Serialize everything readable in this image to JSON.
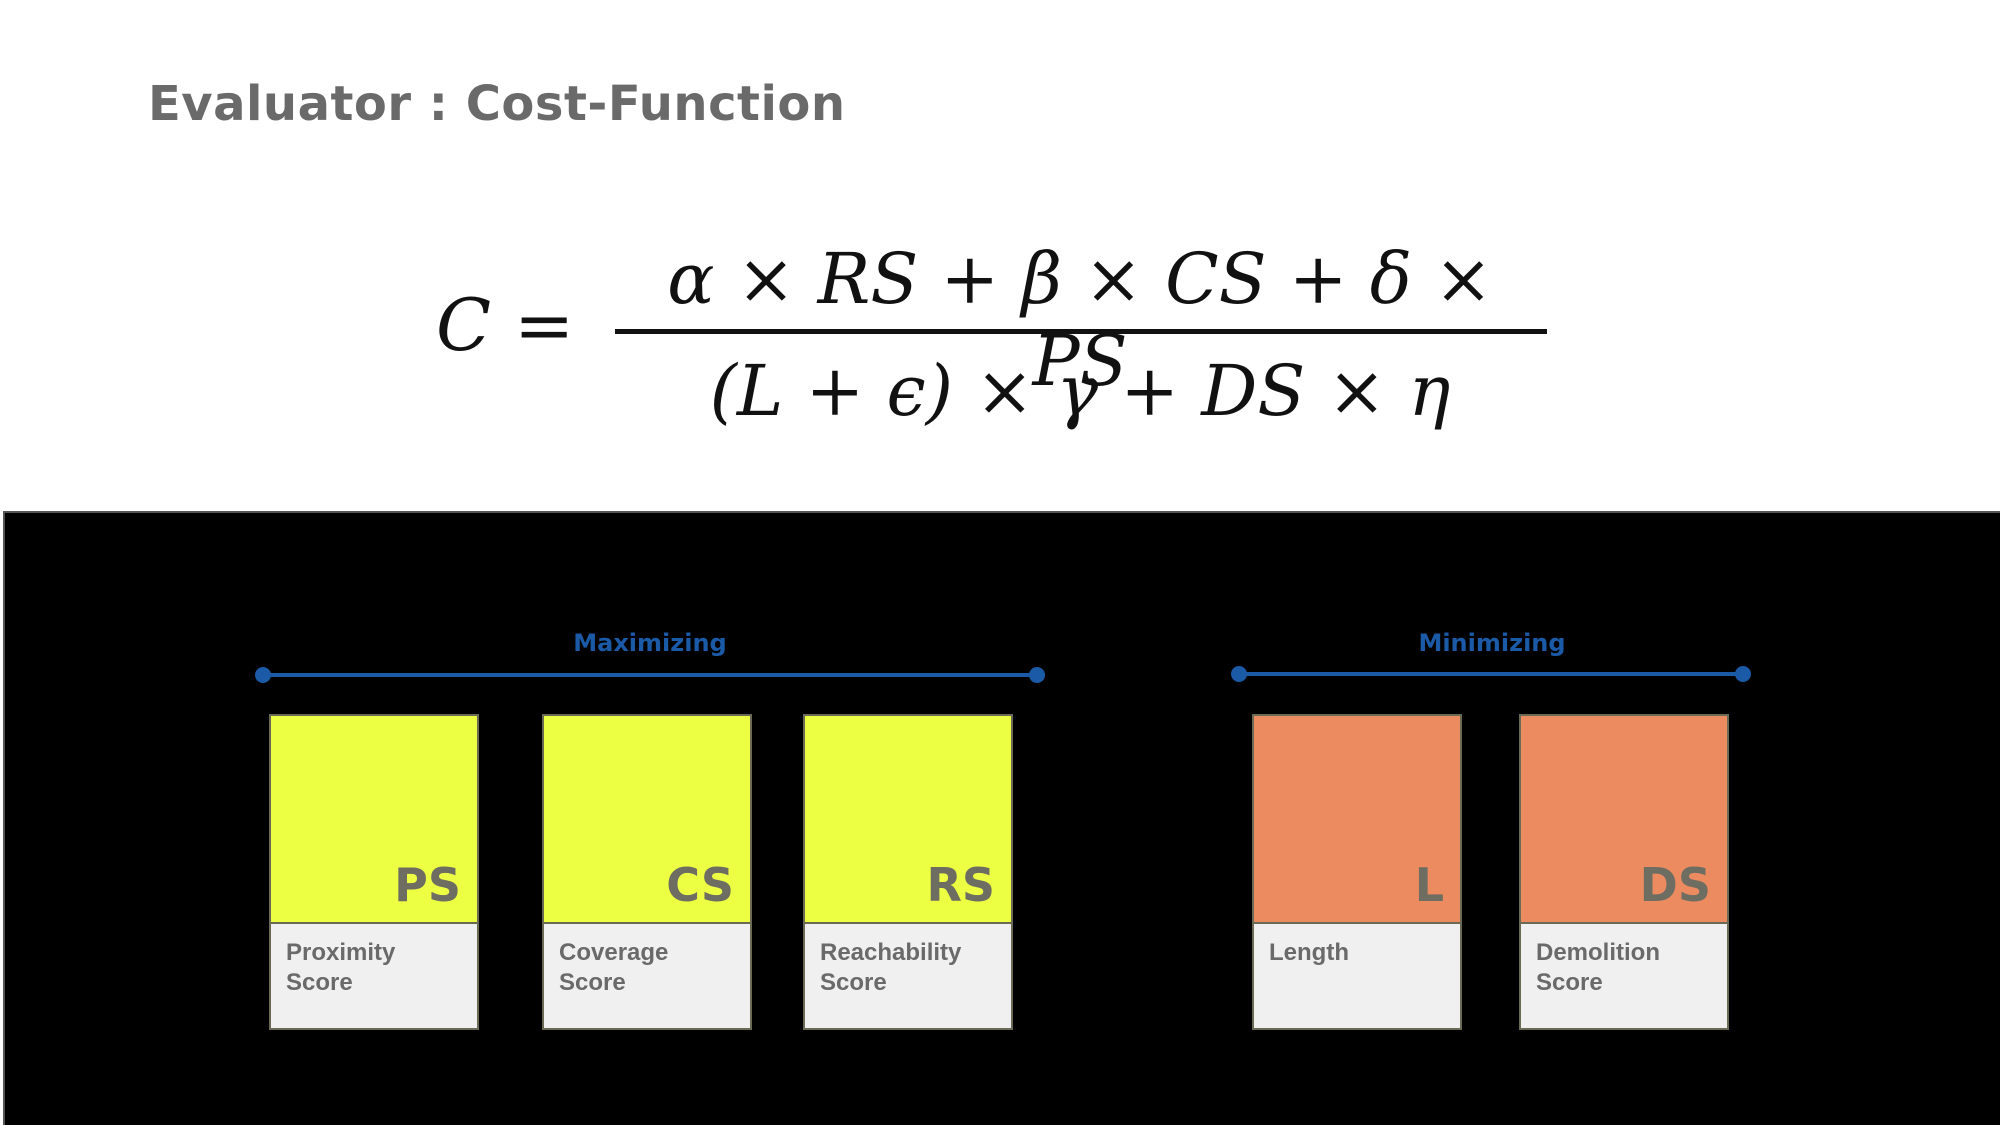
{
  "title": "Evaluator : Cost-Function",
  "equation": {
    "lhs": "C =",
    "numerator": "α × RS + β × CS + δ × PS",
    "denominator": "(L + ϵ) × γ + DS × η"
  },
  "groups": [
    {
      "label": "Maximizing",
      "color": "#1a5aa6"
    },
    {
      "label": "Minimizing",
      "color": "#1a5aa6"
    }
  ],
  "cards": [
    {
      "abbr": "PS",
      "label": "Proximity Score",
      "color": "#ecff42"
    },
    {
      "abbr": "CS",
      "label": "Coverage Score",
      "color": "#ecff42"
    },
    {
      "abbr": "RS",
      "label": "Reachability Score",
      "color": "#ecff42"
    },
    {
      "abbr": "L",
      "label": "Length",
      "color": "#ec8a60"
    },
    {
      "abbr": "DS",
      "label": "Demolition Score",
      "color": "#ec8a60"
    }
  ]
}
